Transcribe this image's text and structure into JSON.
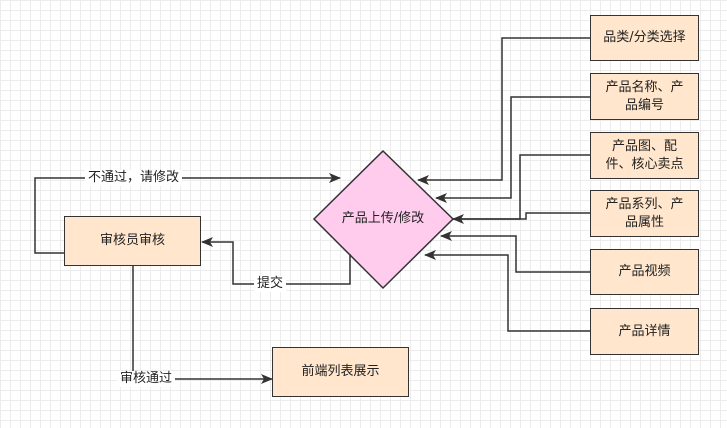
{
  "nodes": {
    "category": "品类/分类选择",
    "name_code": "产品名称、产品编号",
    "images": "产品图、配件、核心卖点",
    "series": "产品系列、产品属性",
    "video": "产品视频",
    "details": "产品详情",
    "upload": "产品上传/修改",
    "reviewer": "审核员审核",
    "frontend": "前端列表展示"
  },
  "edges": {
    "reject": "不通过，请修改",
    "submit": "提交",
    "approve": "审核通过"
  },
  "colors": {
    "box_fill": "#ffe6cc",
    "diamond_fill": "#ffccee",
    "stroke": "#333333"
  }
}
